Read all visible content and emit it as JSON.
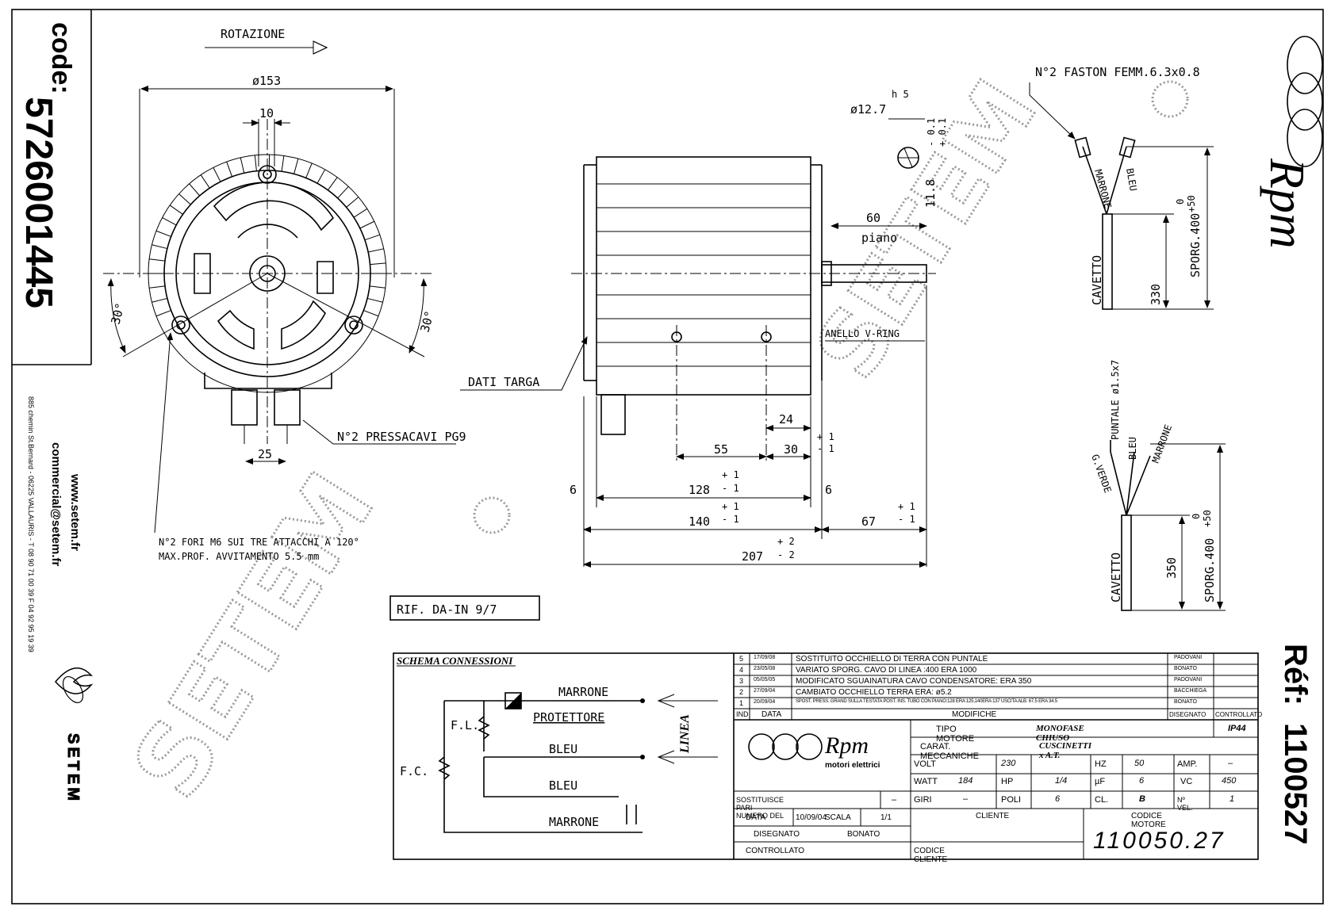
{
  "header": {
    "code_label": "code:",
    "code_value": "5726001445",
    "ref_label": "Réf:",
    "ref_value": "1100527"
  },
  "company": {
    "address": "885 chemin St.Bernard - 06225 VALLAURIS - T 08 90 71 00 39  F 04 92 95 19 39",
    "email": "commercial@setem.fr",
    "website": "www.setem.fr",
    "brand": "SETEM"
  },
  "watermark": {
    "text": "SETEM"
  },
  "logo": {
    "brand": "Rpm",
    "tagline": "motori elettrici"
  },
  "front_view": {
    "rotation": "ROTAZIONE",
    "diameter": "ø153",
    "dim_10": "10",
    "angle_left": "30°",
    "angle_right": "30°",
    "dim_25": "25",
    "cable_glands": "N°2 PRESSACAVI PG9",
    "holes_line1": "N°2 FORI M6 SUI TRE ATTACCHI A 120°",
    "holes_line2": "MAX.PROF. AVVITAMENTO 5.5 mm"
  },
  "side_view": {
    "shaft_diameter": "ø12.7",
    "tolerance_class": "h 5",
    "tol_plus": "+ 0.1",
    "tol_minus": "- 0.1",
    "flat_dim": "11.8",
    "dim_60": "60",
    "piano": "piano",
    "v_ring": "ANELLO V-RING",
    "nameplate": "DATI TARGA",
    "dim_24": "24",
    "dim_55": "55",
    "dim_30": "30",
    "dim_6_left": "6",
    "dim_6_right": "6",
    "dim_128": "128",
    "dim_140": "140",
    "dim_67": "67",
    "dim_207": "207",
    "tol_1": "+ 1\n- 1",
    "tol_p1": "+ 1",
    "tol_m1": "- 1",
    "tol_p2": "+ 2",
    "tol_m2": "- 2",
    "ref": "RIF. DA-IN 9/7"
  },
  "cable_top": {
    "faston": "N°2 FASTON FEMM.6.3x0.8",
    "wire_1": "MARRONE",
    "wire_2": "BLEU",
    "cable": "CAVETTO",
    "length": "330",
    "sporg": "SPORG.400",
    "tol_0": "0",
    "tol_50": "+50"
  },
  "cable_bottom": {
    "terminal": "PUNTALE ø1.5x7",
    "wire_1": "G.VERDE",
    "wire_2": "BLEU",
    "wire_3": "MARRONE",
    "cable": "CAVETTO",
    "length": "350",
    "sporg": "SPORG.400",
    "tol_0": "0",
    "tol_50": "+50"
  },
  "schematic": {
    "title": "SCHEMA CONNESSIONI",
    "marrone1": "MARRONE",
    "protettore": "PROTETTORE",
    "bleu1": "BLEU",
    "bleu2": "BLEU",
    "marrone2": "MARRONE",
    "fl": "F.L.",
    "fc": "F.C.",
    "linea": "LINEA"
  },
  "revisions": {
    "rows": [
      {
        "n": "5",
        "date": "17/09/08",
        "desc": "SOSTITUITO OCCHIELLO DI TERRA CON PUNTALE",
        "by": "PADOVANI"
      },
      {
        "n": "4",
        "date": "23/05/08",
        "desc": "VARIATO SPORG. CAVO DI LINEA :400 ERA 1000",
        "by": "BONATO"
      },
      {
        "n": "3",
        "date": "05/05/05",
        "desc": "MODIFICATO SGUAINATURA CAVO CONDENSATORE: ERA 350",
        "by": "PADOVANI"
      },
      {
        "n": "2",
        "date": "27/09/04",
        "desc": "CAMBIATO OCCHIELLO TERRA ERA: ø5.2",
        "by": "BACCHIEGA"
      },
      {
        "n": "1",
        "date": "20/09/04",
        "desc": "SPOST. PRESS. GRAND SULLA TESTATA POST. INS. TUBO CON PIANO:128 ERA 125,140ERA 137 USCITA ALB. 67.5 ERA 34.5",
        "by": "BONATO"
      }
    ],
    "h_ind": "IND",
    "h_data": "DATA",
    "h_mod": "MODIFICHE",
    "h_dis": "DISEGNATO",
    "h_con": "CONTROLLATO"
  },
  "specs": {
    "tipo_label": "TIPO MOTORE",
    "tipo_value": "MONOFASE CHIUSO",
    "ip": "IP44",
    "carat_label": "CARAT. MECCANICHE",
    "carat_value": "CUSCINETTI x A.T.",
    "volt_label": "VOLT",
    "volt_value": "230",
    "hz_label": "HZ",
    "hz_value": "50",
    "amp_label": "AMP.",
    "amp_value": "–",
    "watt_label": "WATT",
    "watt_value": "184",
    "hp_label": "HP",
    "hp_value": "1/4",
    "uf_label": "µF",
    "uf_value": "6",
    "vc_label": "VC",
    "vc_value": "450",
    "giri_label": "GIRI",
    "giri_value": "–",
    "poli_label": "POLI",
    "poli_value": "6",
    "cl_label": "CL.",
    "cl_value": "B",
    "vel_label": "Nº VEL.",
    "vel_value": "1",
    "sost_label": "SOSTITUISCE PARI NUMERO DEL",
    "sost_value": "–",
    "data_label": "DATA",
    "data_value": "10/09/04",
    "scala_label": "SCALA",
    "scala_value": "1/1",
    "dis_label": "DISEGNATO",
    "dis_value": "BONATO",
    "contr_label": "CONTROLLATO",
    "cliente_label": "CLIENTE",
    "codcliente_label": "CODICE CLIENTE",
    "codmot_label": "CODICE MOTORE",
    "codmot_value": "110050.27"
  }
}
